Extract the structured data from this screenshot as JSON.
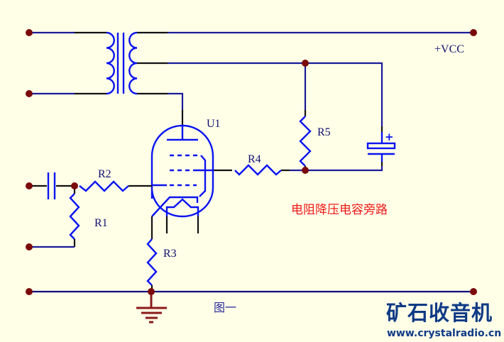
{
  "diagram": {
    "title": "电阻降压电容旁路",
    "figure_caption": "图一",
    "supply_label": "+VCC",
    "tube_label": "U1",
    "resistors": [
      {
        "id": "R1",
        "label": "R1"
      },
      {
        "id": "R2",
        "label": "R2"
      },
      {
        "id": "R3",
        "label": "R3"
      },
      {
        "id": "R4",
        "label": "R4"
      },
      {
        "id": "R5",
        "label": "R5"
      }
    ],
    "capacitor_polarity": "+",
    "components": [
      "input-transformer",
      "coupling-capacitor",
      "pentode-tube-U1",
      "bypass-electrolytic-capacitor",
      "ground"
    ]
  },
  "watermark": {
    "brand": "矿石收音机",
    "url": "www.crystalradio.cn"
  },
  "colors": {
    "background": "#ffffe8",
    "wire": "#1a1a9a",
    "component": "#0a14f0",
    "junction": "#7a0a0a",
    "note": "#f01818",
    "brand": "#0e3a86"
  }
}
